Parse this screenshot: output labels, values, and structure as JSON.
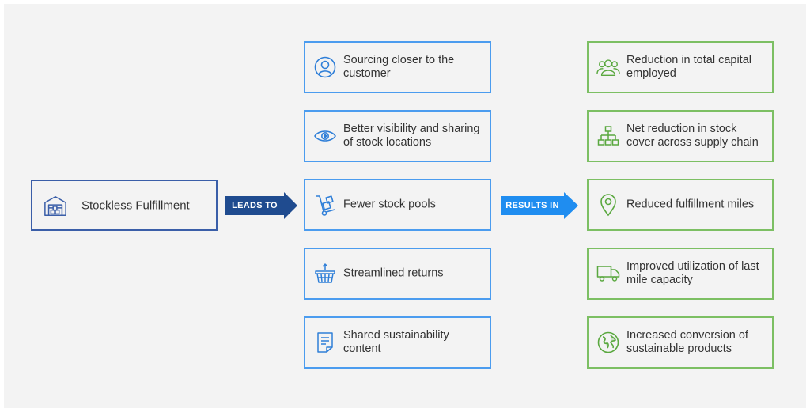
{
  "source": {
    "label": "Stockless Fulfillment",
    "icon": "warehouse-icon"
  },
  "arrows": {
    "leads_to": {
      "label": "LEADS TO",
      "color": "#1f4b8f"
    },
    "results_in": {
      "label": "RESULTS IN",
      "color": "#1f8df0"
    }
  },
  "drivers": [
    {
      "label": "Sourcing closer to the customer",
      "icon": "user-circle-icon"
    },
    {
      "label": "Better visibility and sharing of stock locations",
      "icon": "eye-icon"
    },
    {
      "label": "Fewer stock pools",
      "icon": "hand-truck-icon"
    },
    {
      "label": "Streamlined returns",
      "icon": "basket-icon"
    },
    {
      "label": "Shared sustainability content",
      "icon": "document-icon"
    }
  ],
  "results": [
    {
      "label": "Reduction in total capital employed",
      "icon": "people-icon"
    },
    {
      "label": "Net reduction in stock cover across supply chain",
      "icon": "hierarchy-icon"
    },
    {
      "label": "Reduced fulfillment miles",
      "icon": "map-pin-icon"
    },
    {
      "label": "Improved utilization of last mile capacity",
      "icon": "truck-icon"
    },
    {
      "label": "Increased conversion of sustainable products",
      "icon": "globe-icon"
    }
  ],
  "colors": {
    "source_border": "#3a5ea8",
    "driver_border": "#4b9cef",
    "result_border": "#7cbf63",
    "background": "#f3f3f3"
  }
}
